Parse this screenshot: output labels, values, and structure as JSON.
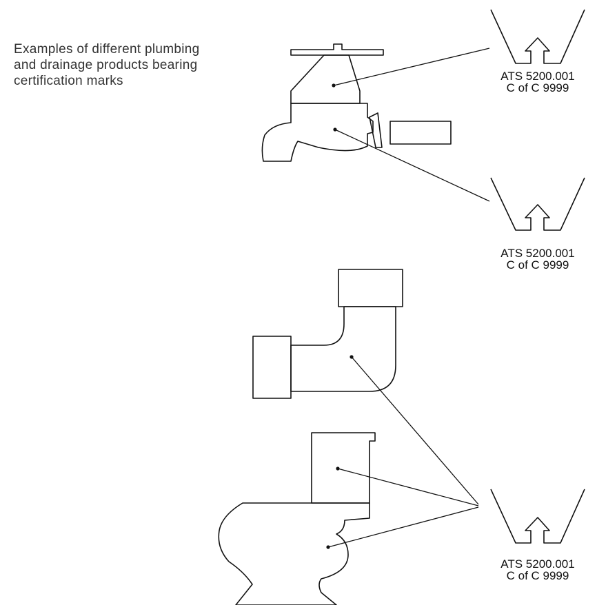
{
  "caption": {
    "lines": [
      "Examples of different plumbing",
      "and drainage products bearing",
      "certification marks"
    ]
  },
  "marks": [
    {
      "standard": "ATS 5200.001",
      "certificate": "C of C 9999"
    },
    {
      "standard": "ATS 5200.001",
      "certificate": "C of C 9999"
    },
    {
      "standard": "ATS 5200.001",
      "certificate": "C of C 9999"
    }
  ],
  "products": [
    "tap-handle",
    "tap-body",
    "pipe-elbow",
    "toilet-cistern",
    "toilet-pan"
  ]
}
